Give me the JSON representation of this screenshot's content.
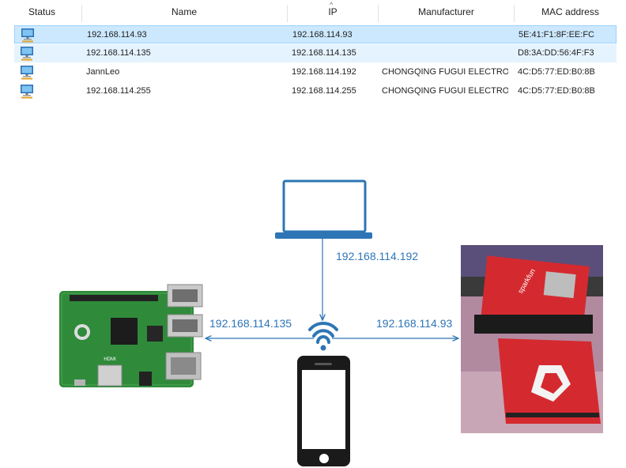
{
  "table": {
    "columns": {
      "status": "Status",
      "name": "Name",
      "ip": "IP",
      "manufacturer": "Manufacturer",
      "mac": "MAC address"
    },
    "rows": [
      {
        "name": "192.168.114.93",
        "ip": "192.168.114.93",
        "manufacturer": "",
        "mac": "5E:41:F1:8F:EE:FC"
      },
      {
        "name": "192.168.114.135",
        "ip": "192.168.114.135",
        "manufacturer": "",
        "mac": "D8:3A:DD:56:4F:F3"
      },
      {
        "name": "JannLeo",
        "ip": "192.168.114.192",
        "manufacturer": "CHONGQING FUGUI ELECTRO...",
        "mac": "4C:D5:77:ED:B0:8B"
      },
      {
        "name": "192.168.114.255",
        "ip": "192.168.114.255",
        "manufacturer": "CHONGQING FUGUI ELECTRO...",
        "mac": "4C:D5:77:ED:B0:8B"
      }
    ]
  },
  "diagram": {
    "laptop_ip": "192.168.114.192",
    "raspberry_ip": "192.168.114.135",
    "board_ip": "192.168.114.93",
    "board_logo": "sparkfun",
    "rpi_hdmi": "HDMI"
  },
  "colors": {
    "accent": "#2e75b6",
    "selected_row": "#cce8ff",
    "hover_row": "#e5f3ff",
    "pcb_green": "#2f8a3a",
    "board_red": "#d42a2f"
  }
}
